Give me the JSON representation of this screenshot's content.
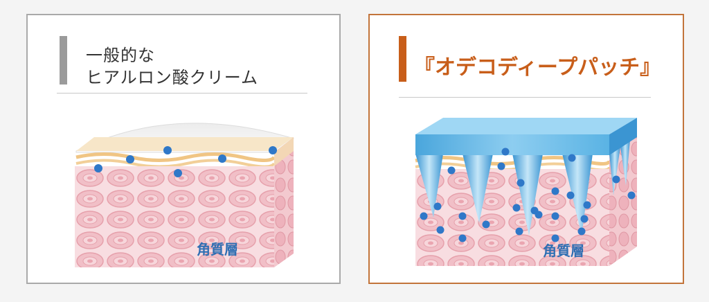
{
  "left_panel": {
    "title_line1": "一般的な",
    "title_line2": "ヒアルロン酸クリーム",
    "layer_label": "角質層"
  },
  "right_panel": {
    "title": "『オデコディープパッチ』",
    "layer_label": "角質層"
  },
  "colors": {
    "left_border": "#a9a9a9",
    "right_border": "#c2743a",
    "left_accent": "#9b9b9b",
    "right_accent": "#c85e1a",
    "skin_pink": "#f6d3d8",
    "cell_pink": "#e9a6b0",
    "band_yellow": "#f1c98d",
    "dot_blue": "#2f78c8",
    "patch_blue": "#5fb3e3",
    "label_blue": "#2f6fb3"
  }
}
